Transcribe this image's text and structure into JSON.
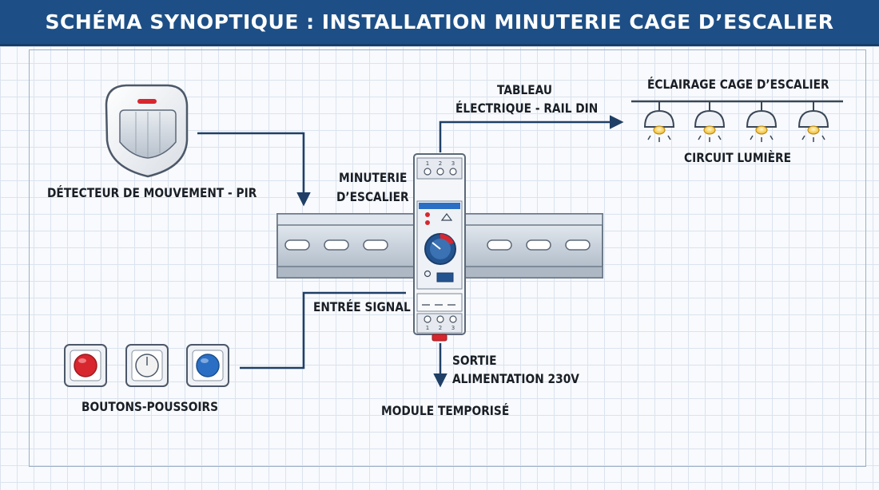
{
  "title": "SCHÉMA SYNOPTIQUE : INSTALLATION MINUTERIE CAGE D’ESCALIER",
  "labels": {
    "pir": "DÉTECTEUR DE MOUVEMENT - PIR",
    "buttons": "BOUTONS-POUSSOIRS",
    "timer_line1": "MINUTERIE",
    "timer_line2": "D’ESCALIER",
    "panel_line1": "TABLEAU",
    "panel_line2": "ÉLECTRIQUE  - RAIL DIN",
    "lighting": "ÉCLAIRAGE CAGE D’ESCALIER",
    "circuit": "CIRCUIT LUMIÈRE",
    "signal": "ENTRÉE SIGNAL",
    "output_line1": "SORTIE",
    "output_line2": "ALIMENTATION 230V",
    "module": "MODULE TEMPORISÉ"
  },
  "terminals_top": [
    "1",
    "2",
    "3"
  ],
  "terminals_bottom": [
    "1",
    "2",
    "3"
  ],
  "lamp_count": 4,
  "button_colors": [
    "#d8262e",
    "#f2f2f2",
    "#2a6fc4"
  ],
  "colors": {
    "banner": "#1d4f86",
    "wire": "#1f3f66",
    "rail": "#c9d2dc",
    "lamp_glow": "#f3c63a",
    "accent_red": "#d8262e",
    "accent_blue": "#2a6fc4"
  }
}
